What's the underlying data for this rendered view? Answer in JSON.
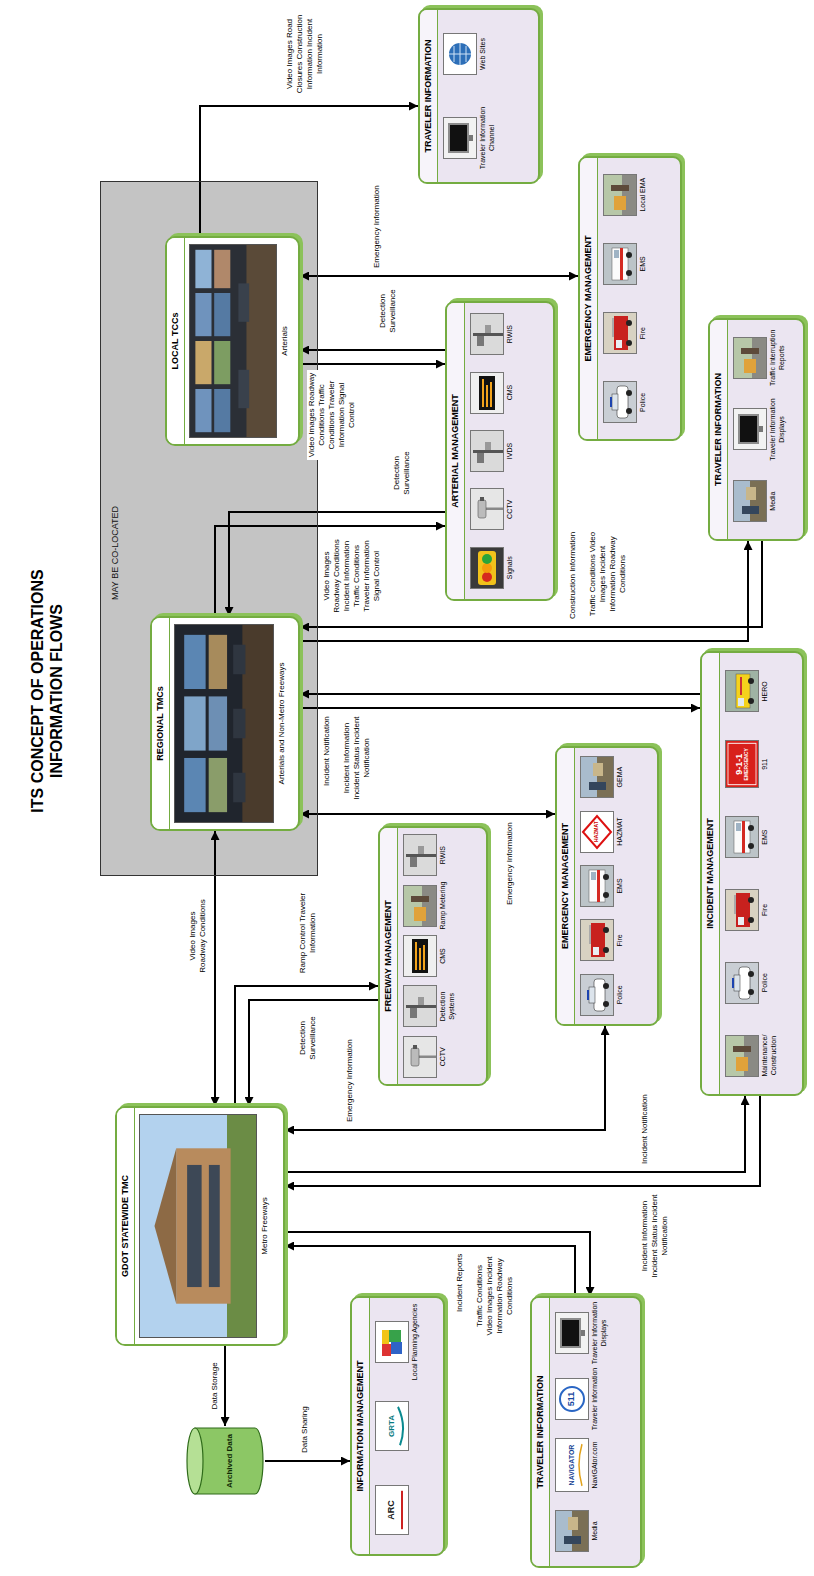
{
  "diagram": {
    "title": "ITS CONCEPT OF OPERATIONS INFORMATION FLOWS",
    "nodes": [
      {
        "text": [
          "MAY BE CO-LOCATED"
        ]
      },
      {
        "text": [
          "REGIONAL TMCs",
          "Arterials and Non-Metro Freeways"
        ],
        "in": 0
      },
      {
        "text": [
          "LOCAL TCCs",
          "Arterials"
        ],
        "in": 0
      },
      {
        "text": [
          "GDOT STATEWIDE TMC",
          "Metro Freeways"
        ]
      },
      {
        "text": [
          "Archived Data"
        ]
      },
      {
        "text": [
          "INFORMATION MANAGEMENT",
          "ARC",
          "GRTA",
          "Local Planning Agencies"
        ]
      },
      {
        "text": [
          "TRAVELER INFORMATION",
          "Media",
          "NAVIGATOR",
          "NaviGAtor.com",
          "511",
          "Traveler Information",
          "Traveler Information Displays"
        ]
      },
      {
        "text": [
          "FREEWAY MANAGEMENT",
          "CCTV",
          "Detection Systems",
          "CMS",
          "Ramp Metering",
          "RWIS"
        ]
      },
      {
        "text": [
          "EMERGENCY MANAGEMENT",
          "Police",
          "Fire",
          "EMS",
          "HAZMAT",
          "HAZMAT",
          "GEMA"
        ]
      },
      {
        "text": [
          "INCIDENT MANAGEMENT",
          "Maintenance/ Construction",
          "Police",
          "Fire",
          "EMS",
          "9-1-1",
          "EMERGENCY",
          "911",
          "HERO"
        ]
      },
      {
        "text": [
          "ARTERIAL MANAGEMENT",
          "Signals",
          "CCTV",
          "IVDS",
          "CMS",
          "RWIS"
        ]
      },
      {
        "text": [
          "TRAVELER INFORMATION",
          "Media",
          "Traveler Information Displays",
          "Traffic Interruption Reports"
        ]
      },
      {
        "text": [
          "EMERGENCY MANAGEMENT",
          "Police",
          "Fire",
          "EMS",
          "Local EMA"
        ]
      },
      {
        "text": [
          "TRAVELER INFORMATION",
          "Traveler Information Channel",
          "Web Sites"
        ]
      }
    ],
    "edges": [
      {
        "from": 2,
        "to": 13,
        "arrow": "to",
        "label": "Video Images Road Closures Construction Information Incident Information"
      },
      {
        "from": 2,
        "to": 12,
        "arrow": "both",
        "label": "Emergency Information"
      },
      {
        "from": 2,
        "to": 10,
        "arrow": "to",
        "label": "Video Images Roadway Conditions Traffic Conditions Traveler Information Signal Control"
      },
      {
        "from": 10,
        "to": 2,
        "arrow": "to",
        "label": "Detection Surveillance"
      },
      {
        "from": 1,
        "to": 10,
        "arrow": "to",
        "label": "Video Images Roadway Conditions Incident Information Traffic Conditions Traveler Information Signal Control"
      },
      {
        "from": 10,
        "to": 1,
        "arrow": "to",
        "label": "Detection Surveillance"
      },
      {
        "from": 1,
        "to": 11,
        "arrow": "to",
        "label": "Traffic Conditions Video Images Incident Information Roadway Conditions"
      },
      {
        "from": 11,
        "to": 1,
        "arrow": "to",
        "label": "Construction Information"
      },
      {
        "from": 1,
        "to": 9,
        "arrow": "to",
        "label": "Incident Notification"
      },
      {
        "from": 9,
        "to": 1,
        "arrow": "to",
        "label": "Incident Information Incident Status Incident Notification"
      },
      {
        "from": 1,
        "to": 8,
        "arrow": "both",
        "label": "Emergency Information"
      },
      {
        "from": 1,
        "to": 3,
        "arrow": "both",
        "label": "Video Images Roadway Conditions"
      },
      {
        "from": 7,
        "to": 3,
        "arrow": "to",
        "label": "Detection Surveillance"
      },
      {
        "from": 3,
        "to": 7,
        "arrow": "to",
        "label": "Ramp Control Traveler Information"
      },
      {
        "from": 3,
        "to": 8,
        "arrow": "both",
        "label": "Emergency Information"
      },
      {
        "from": 3,
        "to": 9,
        "arrow": "to",
        "label": "Incident Notification"
      },
      {
        "from": 9,
        "to": 3,
        "arrow": "to",
        "label": "Incident Information Incident Status Incident Notification"
      },
      {
        "from": 6,
        "to": 3,
        "arrow": "to",
        "label": "Incident Reports"
      },
      {
        "from": 3,
        "to": 6,
        "arrow": "to",
        "label": "Traffic Conditions Video Images Incident Information Roadway Conditions"
      },
      {
        "from": 3,
        "to": 4,
        "arrow": "to",
        "label": "Data Storage"
      },
      {
        "from": 4,
        "to": 5,
        "arrow": "to",
        "label": "Data Sharing"
      }
    ]
  }
}
